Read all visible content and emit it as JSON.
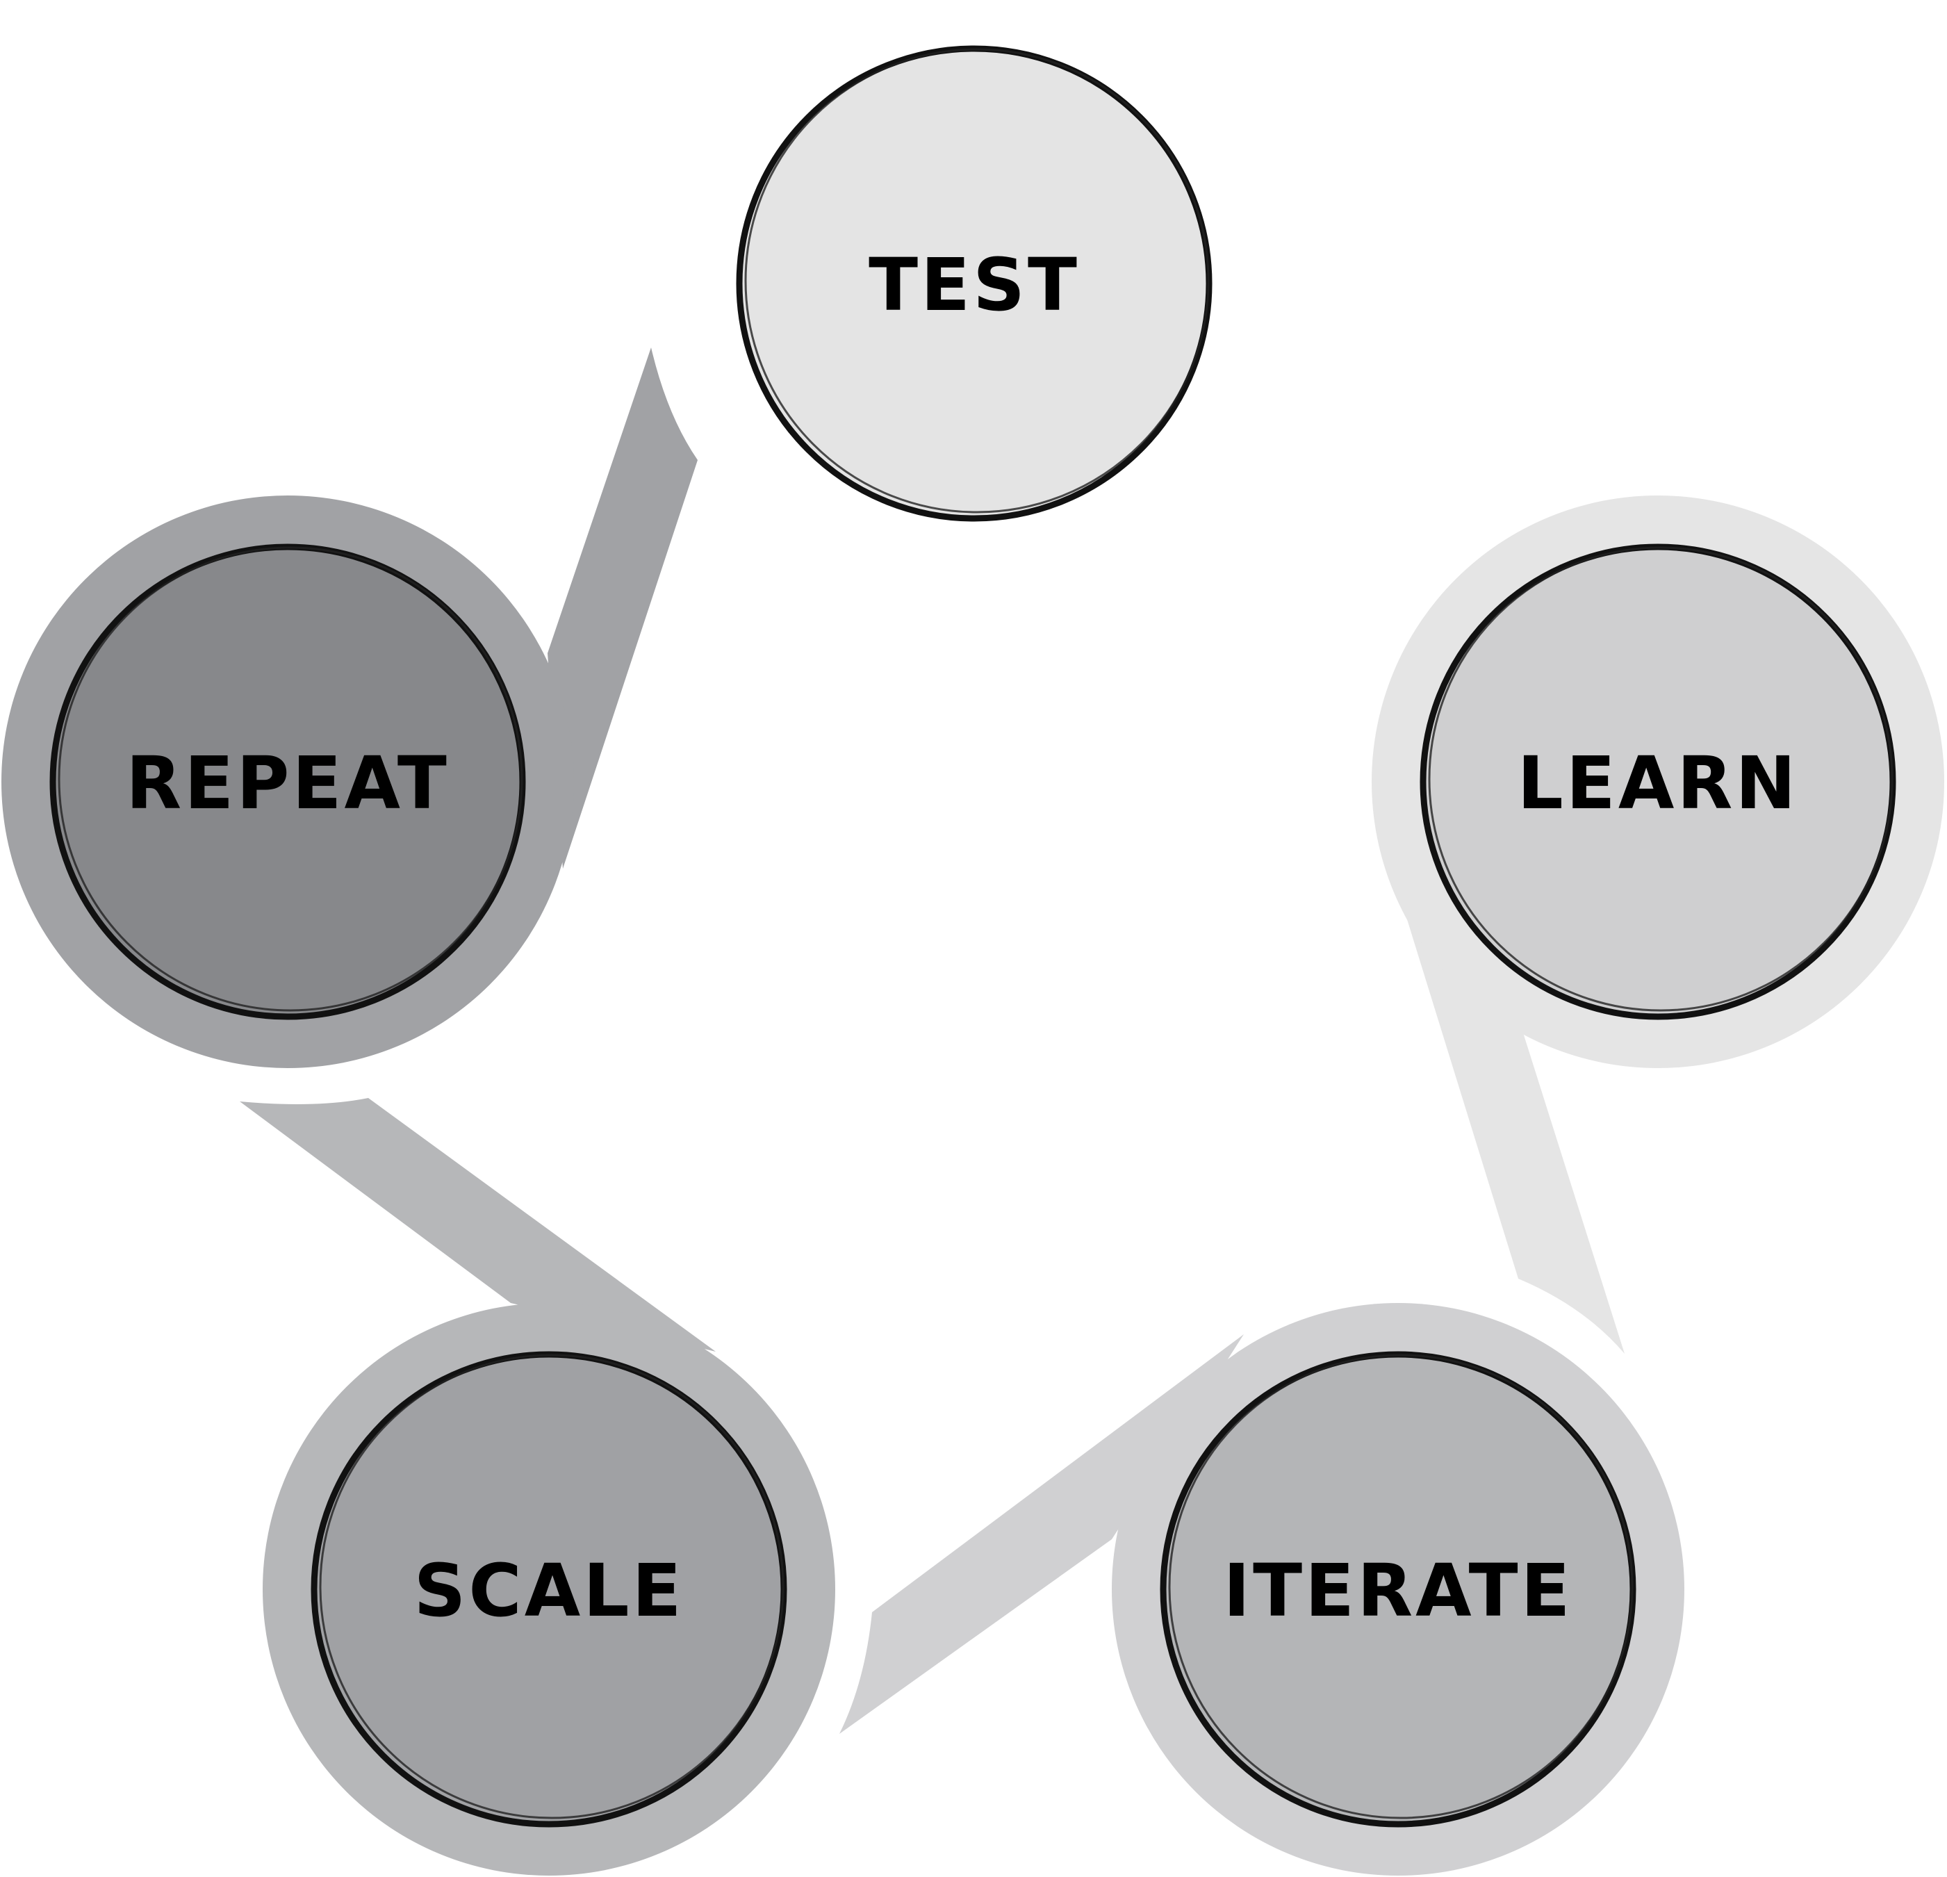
{
  "diagram": {
    "nodes": [
      {
        "id": "test",
        "label": "TEST"
      },
      {
        "id": "learn",
        "label": "LEARN"
      },
      {
        "id": "iterate",
        "label": "ITERATE"
      },
      {
        "id": "scale",
        "label": "SCALE"
      },
      {
        "id": "repeat",
        "label": "REPEAT"
      }
    ],
    "colors": {
      "test_fill": "#e4e4e4",
      "learn_fill": "#cfcfd0",
      "learn_halo": "#e5e5e5",
      "iterate_fill": "#b4b5b7",
      "iterate_halo": "#d0d0d2",
      "scale_fill": "#a0a1a4",
      "scale_halo": "#b6b7b9",
      "repeat_fill": "#87888b",
      "repeat_halo": "#a1a2a5",
      "outline": "#111111"
    }
  }
}
